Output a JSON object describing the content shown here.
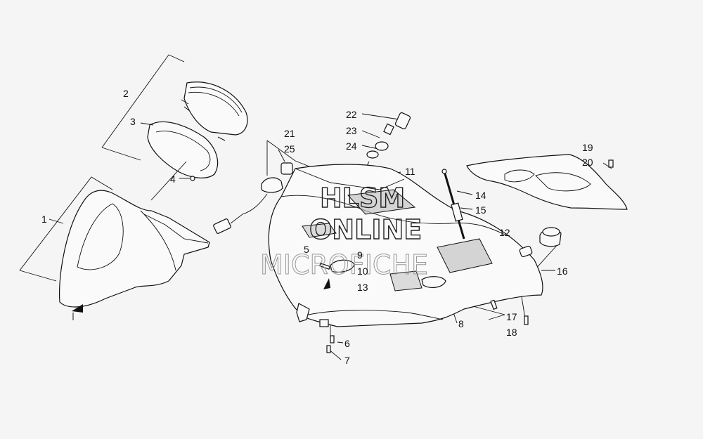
{
  "callouts": [
    {
      "id": "c1",
      "text": "1"
    },
    {
      "id": "c2",
      "text": "2"
    },
    {
      "id": "c3",
      "text": "3"
    },
    {
      "id": "c4",
      "text": "4"
    },
    {
      "id": "c5",
      "text": "5"
    },
    {
      "id": "c6",
      "text": "6"
    },
    {
      "id": "c7",
      "text": "7"
    },
    {
      "id": "c8",
      "text": "8"
    },
    {
      "id": "c9",
      "text": "9"
    },
    {
      "id": "c10",
      "text": "10"
    },
    {
      "id": "c11",
      "text": "11"
    },
    {
      "id": "c12",
      "text": "12"
    },
    {
      "id": "c13",
      "text": "13"
    },
    {
      "id": "c14",
      "text": "14"
    },
    {
      "id": "c15",
      "text": "15"
    },
    {
      "id": "c16",
      "text": "16"
    },
    {
      "id": "c17",
      "text": "17"
    },
    {
      "id": "c18",
      "text": "18"
    },
    {
      "id": "c19",
      "text": "19"
    },
    {
      "id": "c20",
      "text": "20"
    },
    {
      "id": "c21",
      "text": "21"
    },
    {
      "id": "c22",
      "text": "22"
    },
    {
      "id": "c23",
      "text": "23"
    },
    {
      "id": "c24",
      "text": "24"
    },
    {
      "id": "c25",
      "text": "25"
    }
  ],
  "watermark": {
    "line1": "HLSM",
    "line2": "ONLINE",
    "line3": "MICROFICHE"
  }
}
